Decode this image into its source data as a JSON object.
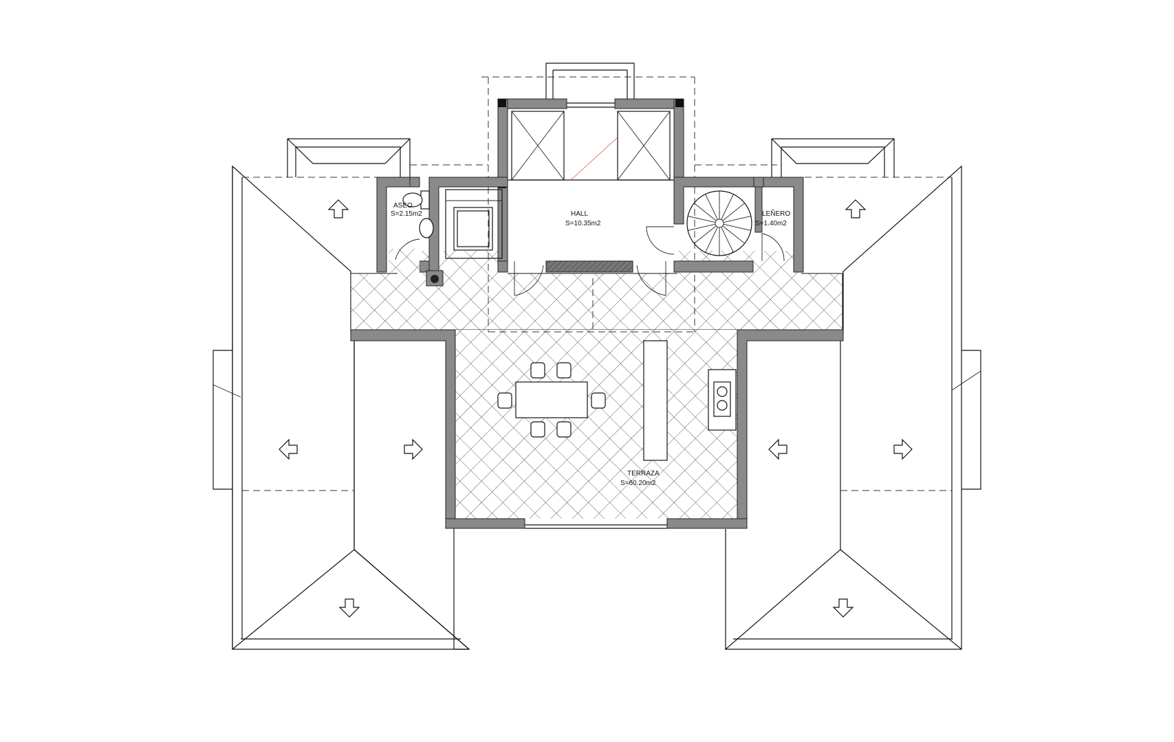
{
  "rooms": {
    "aseo": {
      "name": "ASEO",
      "area": "S=2.15m2"
    },
    "hall": {
      "name": "HALL",
      "area": "S=10.35m2"
    },
    "lenero": {
      "name": "LEÑERO",
      "area": "S=1.40m2"
    },
    "terraza": {
      "name": "TERRAZA",
      "area": "S=60.20m2"
    }
  },
  "colors": {
    "wall": "#8a8a8a",
    "line": "#111111",
    "background": "#ffffff"
  },
  "icons": [
    "slope-arrow-up",
    "slope-arrow-left",
    "slope-arrow-right",
    "slope-arrow-down",
    "spiral-stair",
    "toilet",
    "sink",
    "dining-table",
    "chair",
    "barbecue"
  ]
}
